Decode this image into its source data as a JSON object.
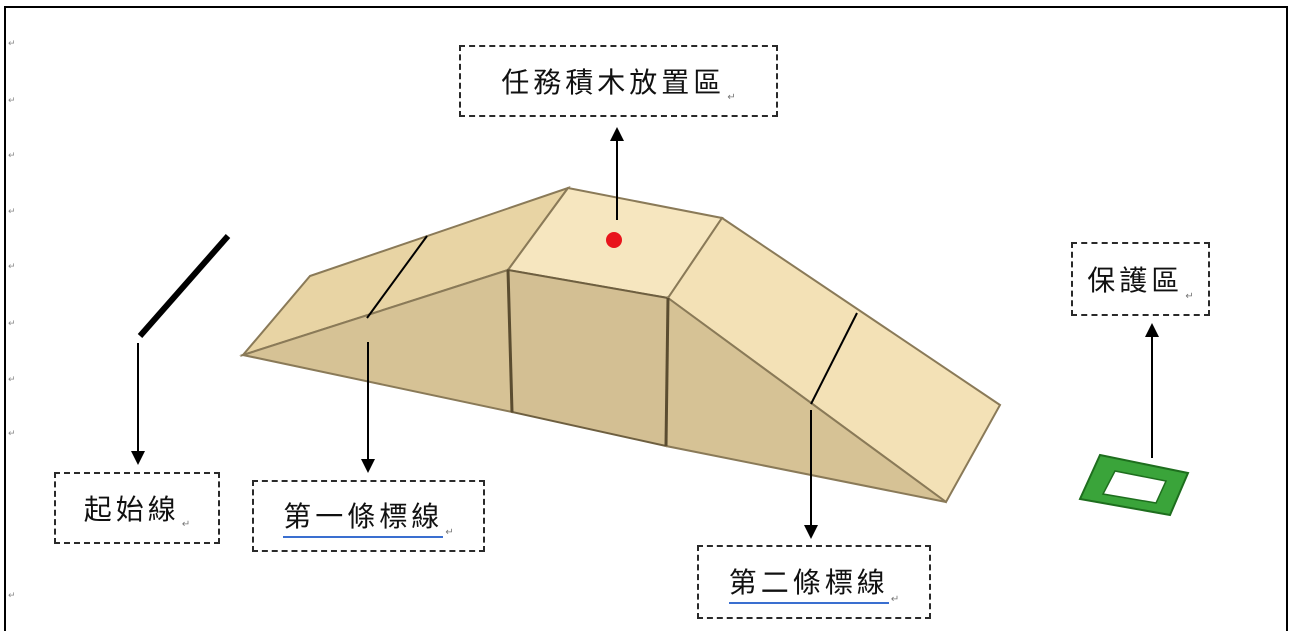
{
  "labels": {
    "task_area": "任務積木放置區",
    "protect_area": "保護區",
    "start_line": "起始線",
    "first_line": "第一條標線",
    "second_line": "第二條標線"
  },
  "symbols": {
    "return_mark": "↵"
  },
  "colors": {
    "ramp_light": "#f5e6c0",
    "ramp_mid": "#e9d6a8",
    "ramp_dark": "#d8c496",
    "ramp_edge": "#7a6a48",
    "red_dot": "#e8141c",
    "protect_green": "#3aa43a",
    "underline": "#3a6fd0"
  }
}
